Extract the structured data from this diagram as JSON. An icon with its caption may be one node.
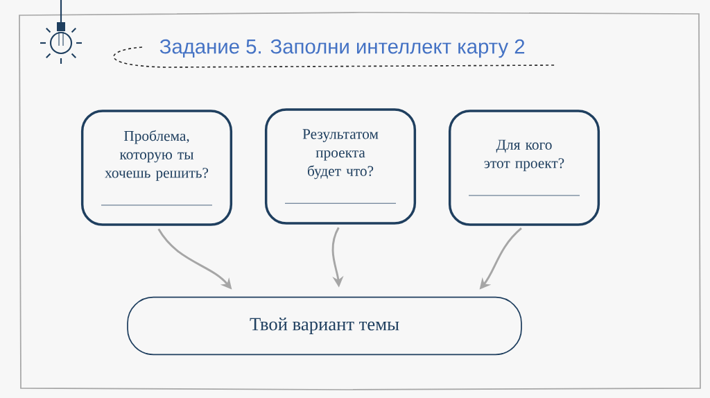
{
  "diagram": {
    "title": "Задание 5. Заполни интеллект карту 2",
    "nodes": [
      {
        "text": [
          "Проблема, которую ты хочешь решить?"
        ]
      },
      {
        "text": [
          "Результатом проекта будет что?"
        ]
      },
      {
        "text": [
          "Для кого этот проект?"
        ]
      },
      {
        "text": [
          "Твой вариант темы"
        ]
      }
    ],
    "edges": [
      {
        "from": 0,
        "to": 3,
        "arrow": "to"
      },
      {
        "from": 1,
        "to": 3,
        "arrow": "to"
      },
      {
        "from": 2,
        "to": 3,
        "arrow": "to"
      }
    ]
  }
}
